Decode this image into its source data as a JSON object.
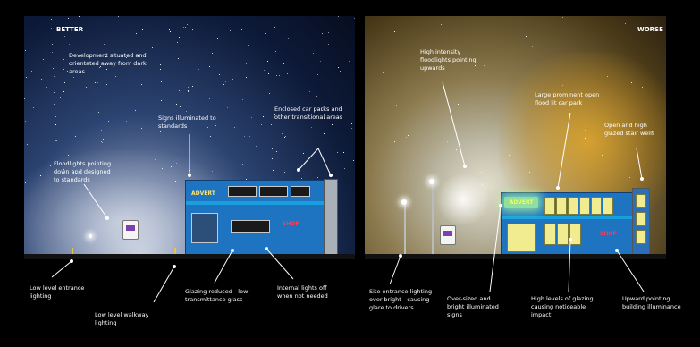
{
  "left": {
    "title": "BETTER",
    "notes": {
      "development": "Development situated and orientated away from dark areas",
      "signs": "Signs illuminated to standards",
      "enclosed": "Enclosed car parks and other transitional areas",
      "floodlights": "Floodlights pointing down and designed to standards",
      "entrance": "Low level entrance lighting",
      "walkway": "Low level walkway lighting",
      "glazing": "Glazing reduced - low transmittance glass",
      "internal": "Internal lights off when not needed"
    },
    "sign_text": "ADVERT",
    "red_sign_text": "SHOP"
  },
  "right": {
    "title": "WORSE",
    "notes": {
      "high_intensity": "High intensity floodlights pointing upwards",
      "large": "Large prominent open flood lit car park",
      "open_glazed": "Open and high glazed stair wells",
      "site_entrance": "Site entrance lighting over-bright - causing glare to drivers",
      "oversized": "Over-sized and bright illuminated signs",
      "glazing": "High levels of glazing causing noticeable impact",
      "upward": "Upward pointing building illuminance"
    },
    "sign_text": "ADVERT",
    "red_sign_text": "SHOP"
  },
  "colors": {
    "background": "#000000",
    "building": "#1f74c2",
    "strip": "#18a0de",
    "lit_window": "#f1ec8f",
    "shop_sign": "#ff3b56",
    "amber_glow": "#e6aa28"
  }
}
